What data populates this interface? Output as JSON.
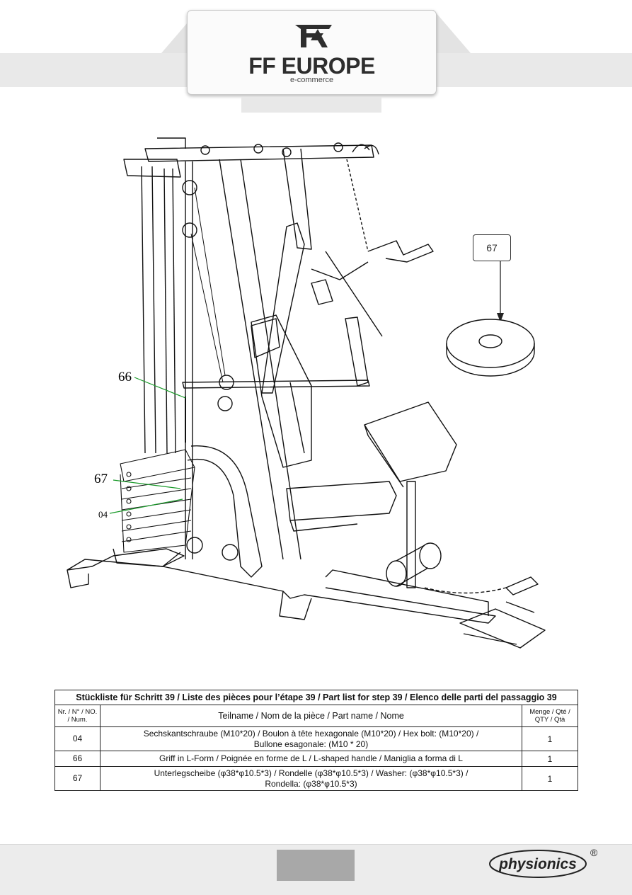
{
  "header": {
    "brand": "FF EUROPE",
    "brand_sub": "e-commerce",
    "logo_icon": "ff-europe-logo-icon"
  },
  "drawing": {
    "callouts": [
      "66",
      "67",
      "04"
    ],
    "detail_label": "67",
    "icon": "home-gym-assembly-drawing"
  },
  "parts_table": {
    "title": "Stückliste für Schritt 39 / Liste des pièces pour l’étape 39 / Part list for step 39 / Elenco delle parti del passaggio 39",
    "headers": {
      "num": "Nr. / N° / NO. / Num.",
      "name": "Teilname / Nom de la pièce / Part name / Nome",
      "qty": "Menge / Qté / QTY / Qtà"
    },
    "rows": [
      {
        "num": "04",
        "name_line1": "Sechskantschraube (M10*20) / Boulon à tête hexagonale (M10*20) / Hex bolt: (M10*20) /",
        "name_line2": "Bullone esagonale: (M10 * 20)",
        "qty": "1"
      },
      {
        "num": "66",
        "name_line1": "Griff in L-Form / Poignée en forme de L / L-shaped handle / Maniglia a forma di L",
        "name_line2": "",
        "qty": "1"
      },
      {
        "num": "67",
        "name_line1": "Unterlegscheibe (φ38*φ10.5*3) / Rondelle (φ38*φ10.5*3) / Washer: (φ38*φ10.5*3) /",
        "name_line2": "Rondella: (φ38*φ10.5*3)",
        "qty": "1"
      }
    ]
  },
  "footer": {
    "brand": "physionics",
    "registered": "®"
  }
}
